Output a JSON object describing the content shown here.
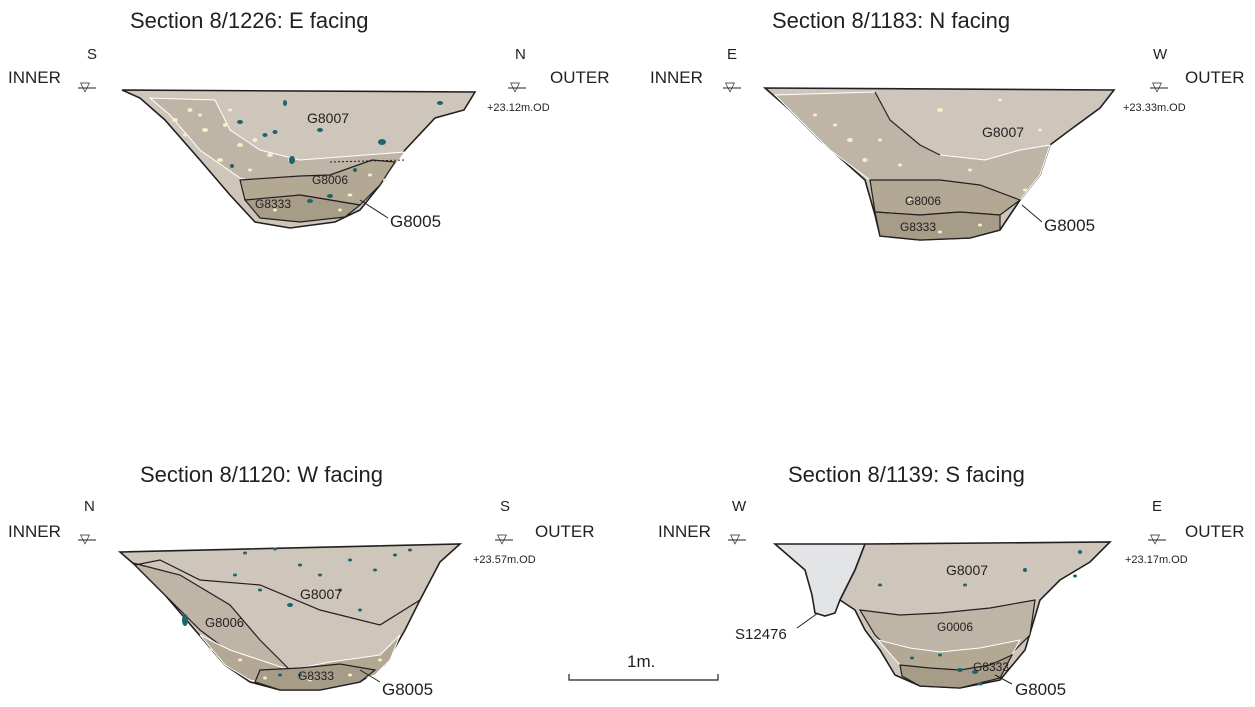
{
  "panels": [
    {
      "title": "Section 8/1226: E facing",
      "left_label": "INNER",
      "right_label": "OUTER",
      "left_dir": "S",
      "right_dir": "N",
      "datum": "+23.12m.OD",
      "layers": {
        "top": "G8007",
        "mid": "G8006",
        "low": "G8333",
        "base": "G8005"
      }
    },
    {
      "title": "Section 8/1183: N facing",
      "left_label": "INNER",
      "right_label": "OUTER",
      "left_dir": "E",
      "right_dir": "W",
      "datum": "+23.33m.OD",
      "layers": {
        "top": "G8007",
        "mid": "G8006",
        "low": "G8333",
        "base": "G8005"
      }
    },
    {
      "title": "Section 8/1120: W facing",
      "left_label": "INNER",
      "right_label": "OUTER",
      "left_dir": "N",
      "right_dir": "S",
      "datum": "+23.57m.OD",
      "layers": {
        "top": "G8007",
        "mid": "G8006",
        "low": "G8333",
        "base": "G8005"
      }
    },
    {
      "title": "Section 8/1139: S facing",
      "left_label": "INNER",
      "right_label": "OUTER",
      "left_dir": "W",
      "right_dir": "E",
      "datum": "+23.17m.OD",
      "layers": {
        "top": "G8007",
        "mid": "G0006",
        "low": "G8333",
        "base": "G8005"
      },
      "cut_label": "S12476"
    }
  ],
  "scale": {
    "label": "1m."
  },
  "colors": {
    "fill_upper": "#cfc6bb",
    "fill_mid": "#bfb5a6",
    "fill_lower": "#b3a894",
    "fill_base": "#a79c88",
    "stone": "#f4efc8",
    "inclusion": "#1c6470",
    "cut_fill": "#e3e4e6",
    "line": "#231f20"
  }
}
